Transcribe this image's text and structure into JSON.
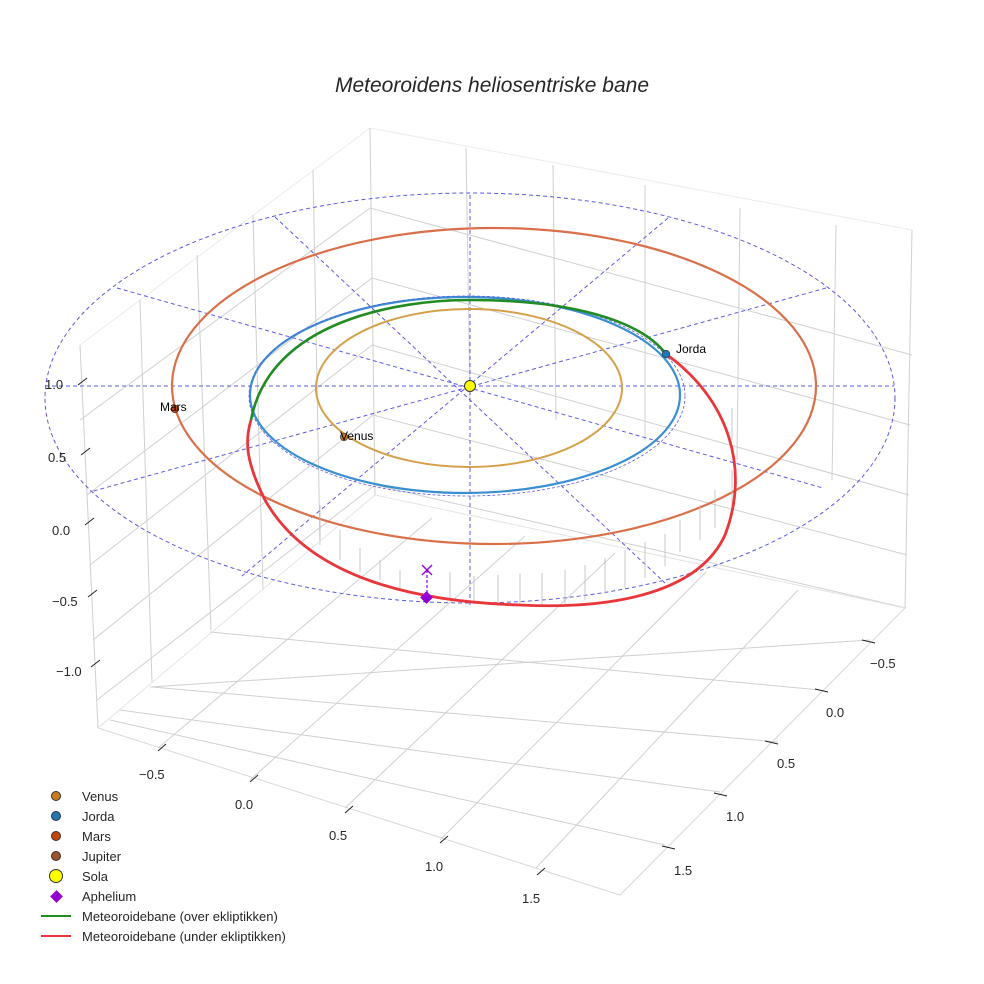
{
  "chart_data": {
    "type": "scatter3d",
    "title": "Meteoroidens heliosentriske bane",
    "axes": {
      "x": {
        "label": "",
        "ticks": [
          "−0.5",
          "0.0",
          "0.5",
          "1.0",
          "1.5"
        ]
      },
      "y": {
        "label": "",
        "ticks": [
          "−0.5",
          "0.0",
          "0.5",
          "1.0",
          "1.5"
        ]
      },
      "z": {
        "label": "",
        "ticks": [
          "1.0",
          "0.5",
          "0.0",
          "−0.5",
          "−1.0"
        ]
      }
    },
    "grid": true,
    "legend_position": "lower left",
    "series": [
      {
        "name": "Venus",
        "kind": "marker",
        "color": "#c77c1f",
        "orbit_color": "#d4a04a",
        "orbit_radius_au": 0.72
      },
      {
        "name": "Jorda",
        "kind": "marker",
        "color": "#1f77b4",
        "orbit_color": "#3a8fd0",
        "orbit_radius_au": 1.0
      },
      {
        "name": "Mars",
        "kind": "marker",
        "color": "#c1440e",
        "orbit_color": "#d9704a",
        "orbit_radius_au": 1.52
      },
      {
        "name": "Jupiter",
        "kind": "marker",
        "color": "#a0522d"
      },
      {
        "name": "Sola",
        "kind": "marker",
        "color": "#ffff00"
      },
      {
        "name": "Aphelium",
        "kind": "marker",
        "color": "#9400d3"
      },
      {
        "name": "Meteoroidebane (over ekliptikken)",
        "kind": "line",
        "color": "#228b22"
      },
      {
        "name": "Meteoroidebane (under ekliptikken)",
        "kind": "line",
        "color": "#e8363a"
      }
    ],
    "annotations": [
      "Venus",
      "Jorda",
      "Mars"
    ],
    "reference_circle": {
      "style": "dashed",
      "color": "#5555dd",
      "radius_au": 2.0
    }
  },
  "title": "Meteoroidens heliosentriske bane",
  "labels": {
    "venus": "Venus",
    "jorda": "Jorda",
    "mars": "Mars"
  },
  "ticks": {
    "z": [
      "1.0",
      "0.5",
      "0.0",
      "−0.5",
      "−1.0"
    ],
    "x": [
      "−0.5",
      "0.0",
      "0.5",
      "1.0",
      "1.5"
    ],
    "y": [
      "−0.5",
      "0.0",
      "0.5",
      "1.0",
      "1.5"
    ]
  },
  "legend": [
    {
      "label": "Venus"
    },
    {
      "label": "Jorda"
    },
    {
      "label": "Mars"
    },
    {
      "label": "Jupiter"
    },
    {
      "label": "Sola"
    },
    {
      "label": "Aphelium"
    },
    {
      "label": "Meteoroidebane (over ekliptikken)"
    },
    {
      "label": "Meteoroidebane (under ekliptikken)"
    }
  ]
}
